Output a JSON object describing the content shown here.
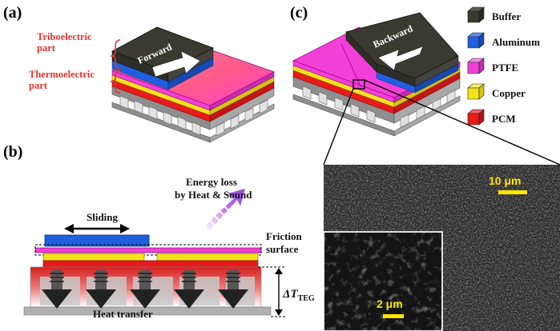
{
  "panels": {
    "a": {
      "label": "(a)",
      "arrow_text": "Forward",
      "triboelectric": [
        "Triboelectric",
        "part"
      ],
      "thermoelectric": [
        "Thermoelectric",
        "part"
      ]
    },
    "b": {
      "label": "(b)",
      "sliding": "Sliding",
      "energy_loss": [
        "Energy loss",
        "by Heat & Sound"
      ],
      "friction": [
        "Friction",
        "surface"
      ],
      "delta_t": "ΔT",
      "delta_t_sub": "TEG",
      "heat_transfer": "Heat transfer"
    },
    "c": {
      "label": "(c)",
      "arrow_text": "Backward",
      "scale_large": "10 μm",
      "scale_small": "2 μm"
    }
  },
  "legend": [
    {
      "label": "Buffer",
      "color": "#3a3a30",
      "icon": "buffer-cube-icon"
    },
    {
      "label": "Aluminum",
      "color": "#1f5fe0",
      "icon": "aluminum-cube-icon"
    },
    {
      "label": "PTFE",
      "color": "#f23fd8",
      "icon": "ptfe-cube-icon"
    },
    {
      "label": "Copper",
      "color": "#f3e21a",
      "icon": "copper-cube-icon"
    },
    {
      "label": "PCM",
      "color": "#e81a1a",
      "icon": "pcm-cube-icon"
    }
  ],
  "colors": {
    "buffer": "#3a3a30",
    "aluminum": "#1f5fe0",
    "ptfe": "#f23fd8",
    "copper": "#f3e21a",
    "pcm": "#e81a1a",
    "label_red": "#e8322a",
    "scale_yellow": "#ffe600",
    "energy_arrow": "#a54fe0"
  }
}
